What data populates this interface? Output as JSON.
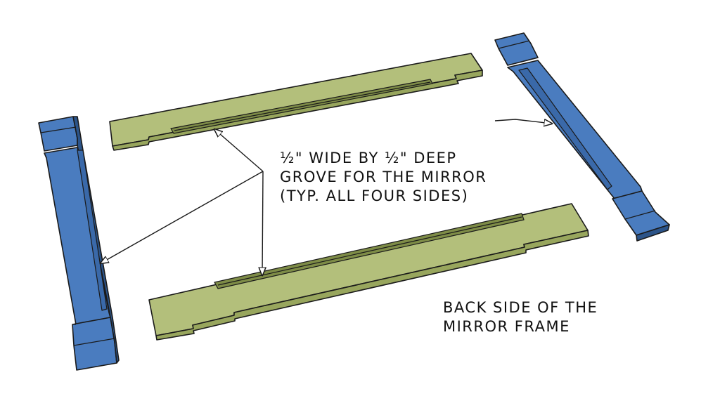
{
  "colors": {
    "rail_top": "#b3bf7b",
    "rail_face": "#98a65d",
    "rail_edge": "#7e8c47",
    "stile_top": "#4a7cbf",
    "stile_face": "#3a69a9",
    "stile_edge": "#2c5489",
    "outline": "#1a1a1a"
  },
  "annotations": {
    "groove_note": {
      "lines": [
        "½\" WIDE BY ½\" DEEP",
        "GROVE FOR THE MIRROR",
        "(TYP. ALL FOUR SIDES)"
      ]
    },
    "frame_note": {
      "lines": [
        "BACK SIDE OF THE",
        "MIRROR FRAME"
      ]
    }
  },
  "parts": [
    {
      "name": "top rail",
      "icon": "green-rail"
    },
    {
      "name": "bottom rail",
      "icon": "green-rail"
    },
    {
      "name": "left stile",
      "icon": "blue-stile"
    },
    {
      "name": "right stile",
      "icon": "blue-stile"
    }
  ]
}
